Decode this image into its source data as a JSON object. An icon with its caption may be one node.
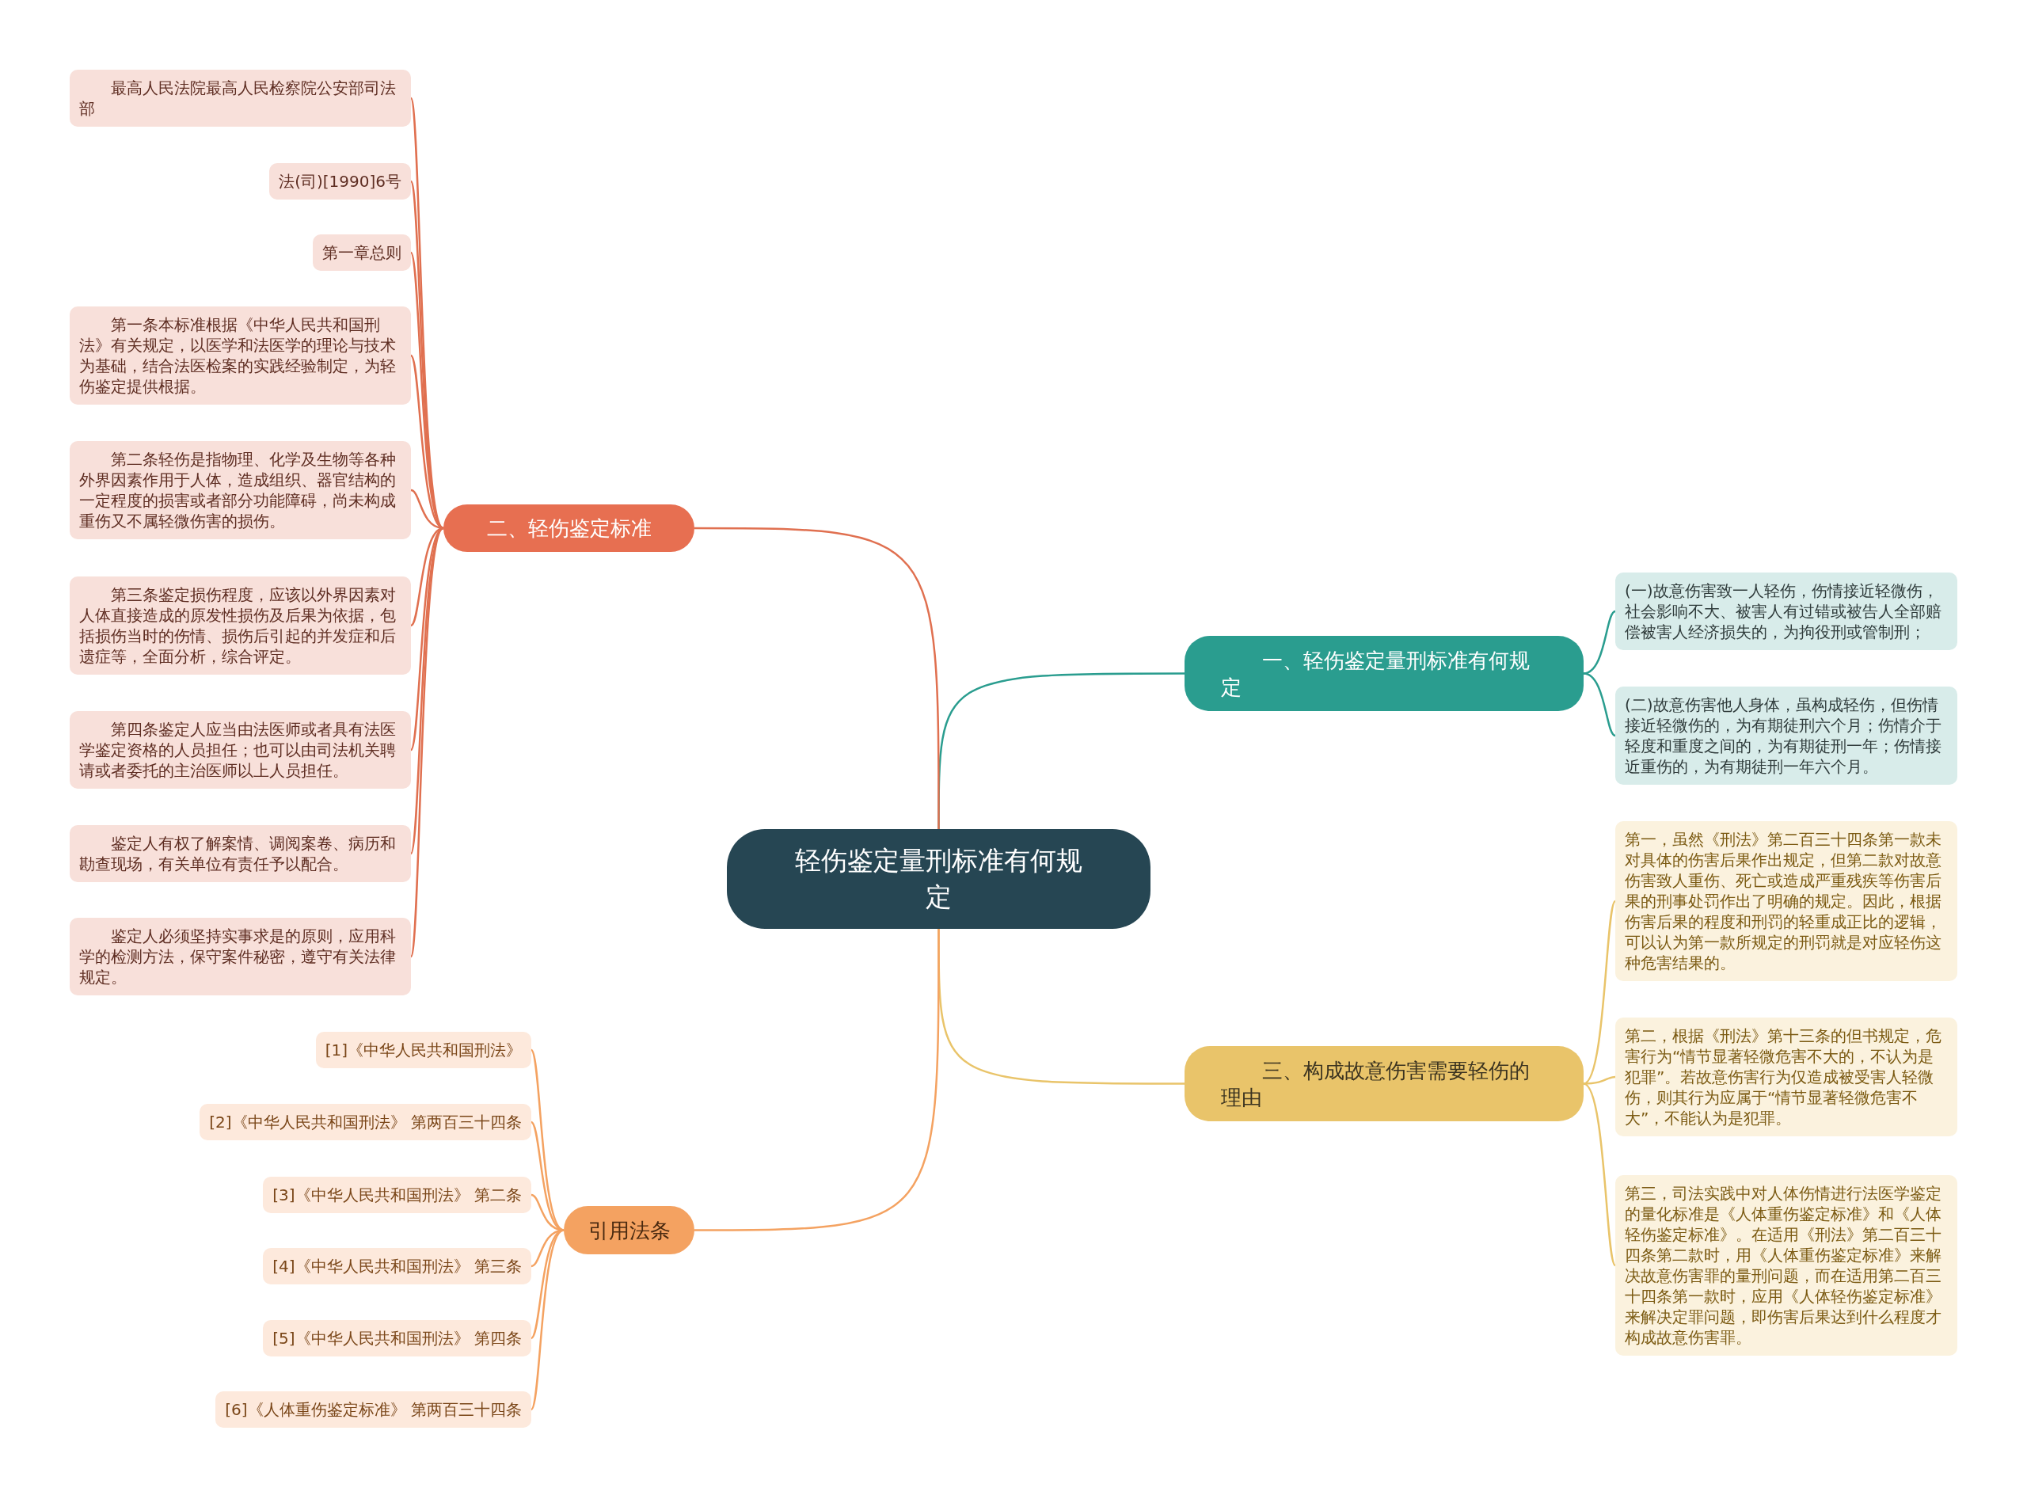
{
  "diagram": {
    "nodes": [
      {
        "text": [
          "轻伤鉴定量刑标准有何规定"
        ]
      },
      {
        "text": [
          "一、轻伤鉴定量刑标准有何规定"
        ]
      },
      {
        "text": [
          "(一)故意伤害致一人轻伤，伤情接近轻微伤，社会影响不大、被害人有过错或被告人全部赔偿被害人经济损失的，为拘役刑或管制刑；"
        ]
      },
      {
        "text": [
          "(二)故意伤害他人身体，虽构成轻伤，但伤情接近轻微伤的，为有期徒刑六个月；伤情介于轻度和重度之间的，为有期徒刑一年；伤情接近重伤的，为有期徒刑一年六个月。"
        ]
      },
      {
        "text": [
          "三、构成故意伤害需要轻伤的理由"
        ]
      },
      {
        "text": [
          "第一，虽然《刑法》第二百三十四条第一款未对具体的伤害后果作出规定，但第二款对故意伤害致人重伤、死亡或造成严重残疾等伤害后果的刑事处罚作出了明确的规定。因此，根据伤害后果的程度和刑罚的轻重成正比的逻辑，可以认为第一款所规定的刑罚就是对应轻伤这种危害结果的。"
        ]
      },
      {
        "text": [
          "第二，根据《刑法》第十三条的但书规定，危害行为“情节显著轻微危害不大的，不认为是犯罪”。若故意伤害行为仅造成被受害人轻微伤，则其行为应属于“情节显著轻微危害不大”，不能认为是犯罪。"
        ]
      },
      {
        "text": [
          "第三，司法实践中对人体伤情进行法医学鉴定的量化标准是《人体重伤鉴定标准》和《人体轻伤鉴定标准》。在适用《刑法》第二百三十四条第二款时，用《人体重伤鉴定标准》来解决故意伤害罪的量刑问题，而在适用第二百三十四条第一款时，应用《人体轻伤鉴定标准》来解决定罪问题，即伤害后果达到什么程度才构成故意伤害罪。"
        ]
      },
      {
        "text": [
          "二、轻伤鉴定标准"
        ]
      },
      {
        "text": [
          "最高人民法院最高人民检察院公安部司法部"
        ]
      },
      {
        "text": [
          "法(司)[1990]6号"
        ]
      },
      {
        "text": [
          "第一章总则"
        ]
      },
      {
        "text": [
          "第一条本标准根据《中华人民共和国刑法》有关规定，以医学和法医学的理论与技术为基础，结合法医检案的实践经验制定，为轻伤鉴定提供根据。"
        ]
      },
      {
        "text": [
          "第二条轻伤是指物理、化学及生物等各种外界因素作用于人体，造成组织、器官结构的一定程度的损害或者部分功能障碍，尚未构成重伤又不属轻微伤害的损伤。"
        ]
      },
      {
        "text": [
          "第三条鉴定损伤程度，应该以外界因素对人体直接造成的原发性损伤及后果为依据，包括损伤当时的伤情、损伤后引起的并发症和后遗症等，全面分析，综合评定。"
        ]
      },
      {
        "text": [
          "第四条鉴定人应当由法医师或者具有法医学鉴定资格的人员担任；也可以由司法机关聘请或者委托的主治医师以上人员担任。"
        ]
      },
      {
        "text": [
          "鉴定人有权了解案情、调阅案卷、病历和勘查现场，有关单位有责任予以配合。"
        ]
      },
      {
        "text": [
          "鉴定人必须坚持实事求是的原则，应用科学的检测方法，保守案件秘密，遵守有关法律规定。"
        ]
      },
      {
        "text": [
          "引用法条"
        ]
      },
      {
        "text": [
          "[1]《中华人民共和国刑法》"
        ]
      },
      {
        "text": [
          "[2]《中华人民共和国刑法》 第两百三十四条"
        ]
      },
      {
        "text": [
          "[3]《中华人民共和国刑法》 第二条"
        ]
      },
      {
        "text": [
          "[4]《中华人民共和国刑法》 第三条"
        ]
      },
      {
        "text": [
          "[5]《中华人民共和国刑法》 第四条"
        ]
      },
      {
        "text": [
          "[6]《人体重伤鉴定标准》 第两百三十四条"
        ]
      }
    ],
    "edges": [
      {
        "from": 0,
        "to": 1,
        "arrow": "none",
        "color": "#2a9d8f"
      },
      {
        "from": 1,
        "to": 2,
        "arrow": "none",
        "color": "#2a9d8f"
      },
      {
        "from": 1,
        "to": 3,
        "arrow": "none",
        "color": "#2a9d8f"
      },
      {
        "from": 0,
        "to": 4,
        "arrow": "none",
        "color": "#e9c46a"
      },
      {
        "from": 4,
        "to": 5,
        "arrow": "none",
        "color": "#e9c46a"
      },
      {
        "from": 4,
        "to": 6,
        "arrow": "none",
        "color": "#e9c46a"
      },
      {
        "from": 4,
        "to": 7,
        "arrow": "none",
        "color": "#e9c46a"
      },
      {
        "from": 0,
        "to": 8,
        "arrow": "none"
      },
      {
        "from": 8,
        "to": 9,
        "arrow": "none"
      },
      {
        "from": 8,
        "to": 10,
        "arrow": "none"
      },
      {
        "from": 8,
        "to": 11,
        "arrow": "none"
      },
      {
        "from": 8,
        "to": 12,
        "arrow": "none"
      },
      {
        "from": 8,
        "to": 13,
        "arrow": "none"
      },
      {
        "from": 8,
        "to": 14,
        "arrow": "none"
      },
      {
        "from": 8,
        "to": 15,
        "arrow": "none"
      },
      {
        "from": 8,
        "to": 16,
        "arrow": "none"
      },
      {
        "from": 8,
        "to": 17,
        "arrow": "none"
      },
      {
        "from": 0,
        "to": 18,
        "arrow": "none",
        "color": "#f4a261"
      },
      {
        "from": 18,
        "to": 19,
        "arrow": "none",
        "color": "#f4a261"
      },
      {
        "from": 18,
        "to": 20,
        "arrow": "none",
        "color": "#f4a261"
      },
      {
        "from": 18,
        "to": 21,
        "arrow": "none",
        "color": "#f4a261"
      },
      {
        "from": 18,
        "to": 22,
        "arrow": "none",
        "color": "#f4a261"
      },
      {
        "from": 18,
        "to": 23,
        "arrow": "none",
        "color": "#f4a261"
      },
      {
        "from": 18,
        "to": 24,
        "arrow": "none",
        "color": "#f4a261"
      }
    ]
  }
}
